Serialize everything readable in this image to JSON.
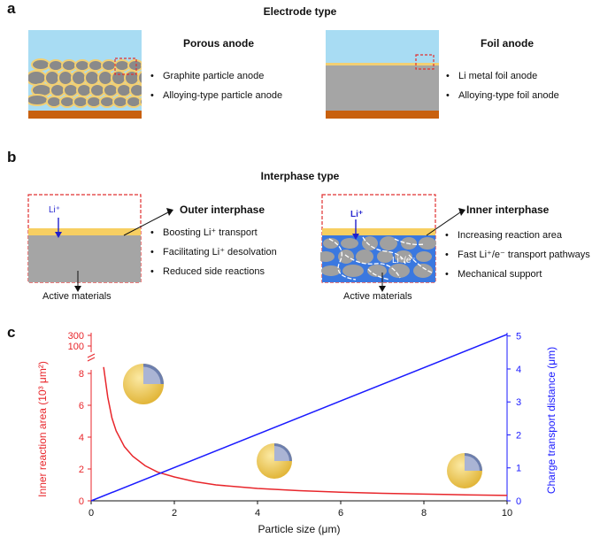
{
  "panel_a": {
    "label": "a",
    "title": "Electrode type",
    "porous": {
      "title": "Porous anode",
      "bullets": [
        "Graphite particle anode",
        "Alloying-type particle anode"
      ]
    },
    "foil": {
      "title": "Foil anode",
      "bullets": [
        "Li metal foil anode",
        "Alloying-type foil anode"
      ]
    }
  },
  "panel_b": {
    "label": "b",
    "title": "Interphase type",
    "outer": {
      "title": "Outer interphase",
      "ion_label": "Li⁺",
      "bullets": [
        "Boosting Li⁺ transport",
        "Facilitating Li⁺ desolvation",
        "Reduced side reactions"
      ],
      "material_label": "Active materials"
    },
    "inner": {
      "title": "Inner interphase",
      "ion_label": "Li⁺",
      "inner_label": "Li⁺/e⁻",
      "bullets": [
        "Increasing reaction area",
        "Fast Li⁺/e⁻ transport pathways",
        "Mechanical support"
      ],
      "material_label": "Active materials"
    }
  },
  "panel_c": {
    "label": "c",
    "chart_data": {
      "type": "line",
      "xlabel": "Particle  size (μm)",
      "ylabel_left": "Inner reaction area (10³ μm²)",
      "ylabel_right": "Charge transport distance (μm)",
      "x_ticks": [
        0,
        2,
        4,
        6,
        8,
        10
      ],
      "y_left_ticks": [
        0,
        2,
        4,
        6,
        8
      ],
      "y_left_break_ticks": [
        100,
        300
      ],
      "y_right_ticks": [
        0,
        1,
        2,
        3,
        4,
        5
      ],
      "xlim": [
        0,
        10
      ],
      "ylim_left": [
        0,
        9
      ],
      "ylim_right": [
        0,
        5.1
      ],
      "series": [
        {
          "axis": "left",
          "color": "#e8262b",
          "x": [
            0.3,
            0.4,
            0.5,
            0.6,
            0.8,
            1.0,
            1.3,
            1.6,
            2.0,
            2.5,
            3.0,
            4.0,
            5.0,
            6.0,
            7.0,
            8.0,
            9.0,
            10.0
          ],
          "values": [
            8.4,
            6.5,
            5.2,
            4.4,
            3.4,
            2.8,
            2.2,
            1.8,
            1.5,
            1.2,
            1.0,
            0.78,
            0.64,
            0.54,
            0.47,
            0.42,
            0.38,
            0.34
          ]
        },
        {
          "axis": "right",
          "color": "#1a1aff",
          "x": [
            0,
            10
          ],
          "values": [
            0,
            5.05
          ]
        }
      ],
      "colors": {
        "left_axis": "#e8262b",
        "right_axis": "#1a1aff"
      }
    }
  }
}
